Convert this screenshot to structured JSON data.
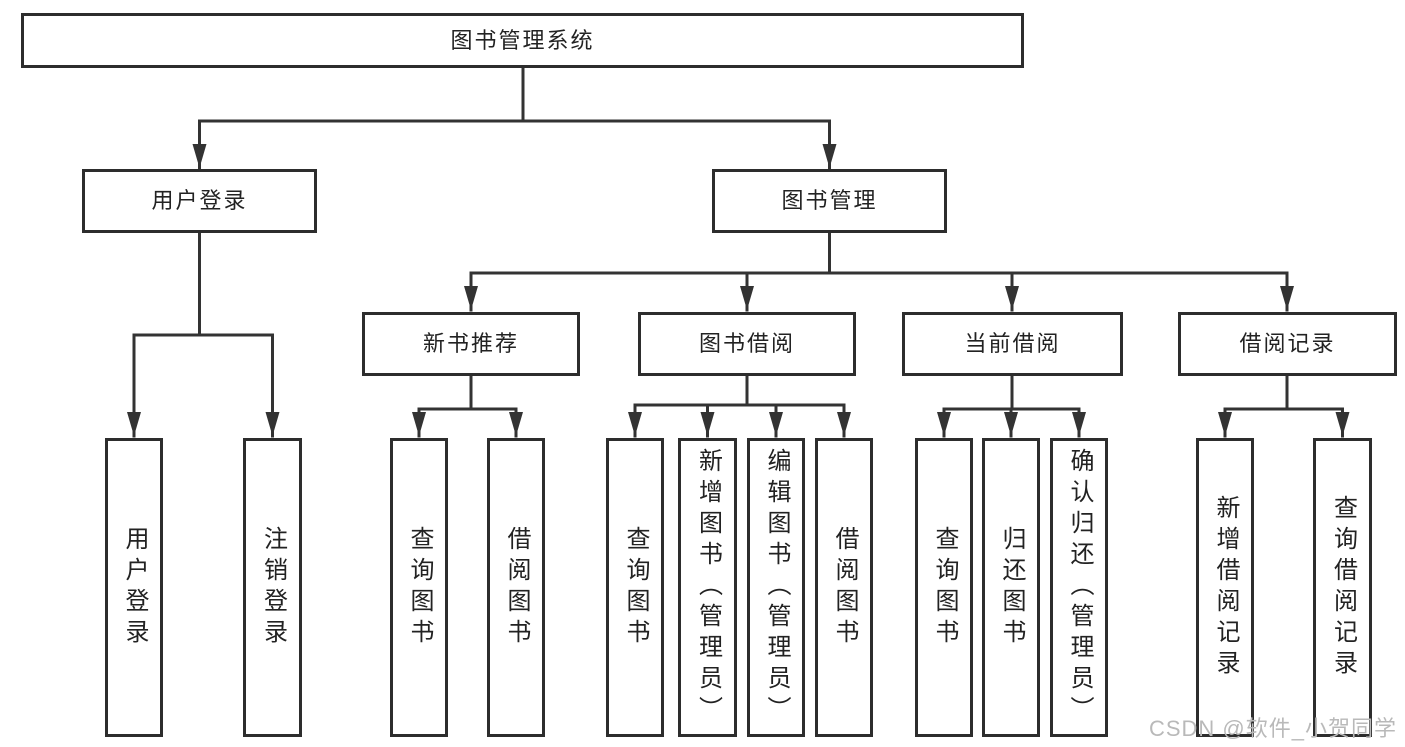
{
  "colors": {
    "line": "#333333",
    "box_border": "#2d2d2d",
    "text": "#222222",
    "watermark_text": "#b9b9b9",
    "background": "#ffffff"
  },
  "watermark": {
    "text": "CSDN @软件_小贺同学"
  },
  "diagram": {
    "type": "tree",
    "root": {
      "id": "library-management-system",
      "label": "图书管理系统"
    },
    "level2": [
      {
        "id": "user-login-module",
        "label": "用户登录",
        "parent": "图书管理系统"
      },
      {
        "id": "book-management-module",
        "label": "图书管理",
        "parent": "图书管理系统"
      }
    ],
    "level3": [
      {
        "id": "new-book-recommendation",
        "label": "新书推荐",
        "parent": "图书管理"
      },
      {
        "id": "book-borrowing",
        "label": "图书借阅",
        "parent": "图书管理"
      },
      {
        "id": "current-borrowing",
        "label": "当前借阅",
        "parent": "图书管理"
      },
      {
        "id": "borrowing-records",
        "label": "借阅记录",
        "parent": "图书管理"
      }
    ],
    "leaves": [
      {
        "id": "user-login",
        "label": "用户登录",
        "parent": "用户登录"
      },
      {
        "id": "logout",
        "label": "注销登录",
        "parent": "用户登录"
      },
      {
        "id": "query-books-recommend",
        "label": "查询图书",
        "parent": "新书推荐"
      },
      {
        "id": "borrow-books-recommend",
        "label": "借阅图书",
        "parent": "新书推荐"
      },
      {
        "id": "query-books-borrowing",
        "label": "查询图书",
        "parent": "图书借阅"
      },
      {
        "id": "add-books-admin",
        "label": "新增图书（管理员）",
        "parent": "图书借阅"
      },
      {
        "id": "edit-books-admin",
        "label": "编辑图书（管理员）",
        "parent": "图书借阅"
      },
      {
        "id": "borrow-books-borrowing",
        "label": "借阅图书",
        "parent": "图书借阅"
      },
      {
        "id": "query-books-current",
        "label": "查询图书",
        "parent": "当前借阅"
      },
      {
        "id": "return-books",
        "label": "归还图书",
        "parent": "当前借阅"
      },
      {
        "id": "confirm-return-admin",
        "label": "确认归还（管理员）",
        "parent": "当前借阅"
      },
      {
        "id": "add-borrow-record",
        "label": "新增借阅记录",
        "parent": "借阅记录"
      },
      {
        "id": "query-borrow-record",
        "label": "查询借阅记录",
        "parent": "借阅记录"
      }
    ]
  }
}
